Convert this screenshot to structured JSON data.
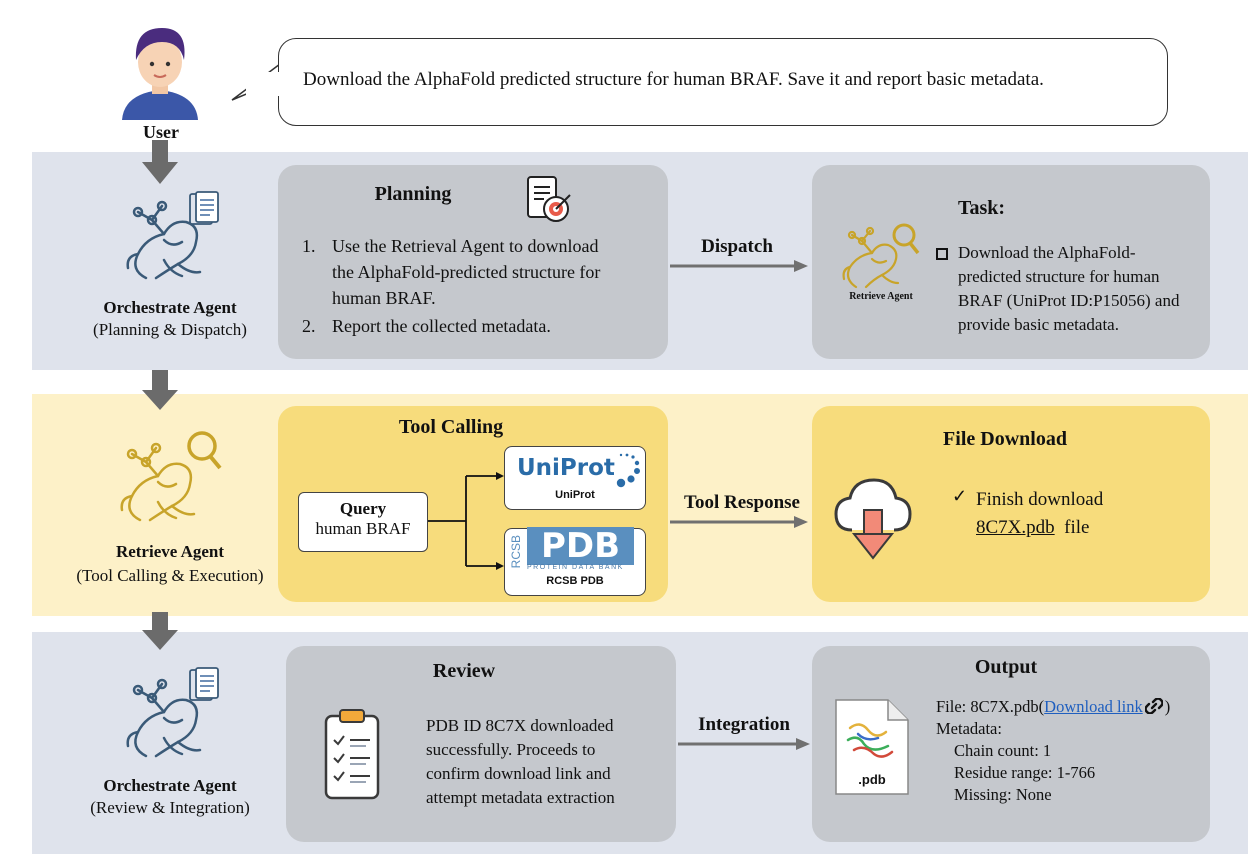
{
  "user": {
    "label": "User",
    "request": "Download the AlphaFold predicted structure for human BRAF. Save it and report basic metadata."
  },
  "stage1": {
    "agent_name": "Orchestrate Agent",
    "agent_role": "(Planning & Dispatch)",
    "planning_title": "Planning",
    "steps": [
      {
        "num": "1.",
        "text_lines": [
          "Use the Retrieval Agent to download",
          "the AlphaFold-predicted structure for",
          "human BRAF."
        ]
      },
      {
        "num": "2.",
        "text_lines": [
          "Report the collected metadata."
        ]
      }
    ],
    "flow_label": "Dispatch",
    "task_agent_caption": "Retrieve Agent",
    "task_title": "Task:",
    "task_lines": [
      "Download the AlphaFold-",
      "predicted structure for human",
      "BRAF (UniProt ID:P15056) and",
      "provide basic metadata."
    ]
  },
  "stage2": {
    "agent_name": "Retrieve Agent",
    "agent_role": "(Tool Calling & Execution)",
    "tool_title": "Tool Calling",
    "query_title": "Query",
    "query_text": "human BRAF",
    "uniprot_logo": "UniProt",
    "uniprot_caption": "UniProt",
    "rcsb_side": "RCSB",
    "pdb_logo": "PDB",
    "pdb_sub": "PROTEIN DATA BANK",
    "pdb_caption": "RCSB PDB",
    "flow_label": "Tool Response",
    "download_title": "File Download",
    "check": "✓",
    "download_line1": "Finish download",
    "download_file": "8C7X.pdb",
    "download_suffix": "file"
  },
  "stage3": {
    "agent_name": "Orchestrate Agent",
    "agent_role": "(Review & Integration)",
    "review_title": "Review",
    "review_lines": [
      "PDB ID 8C7X downloaded",
      "successfully. Proceeds to",
      "confirm download link and",
      "attempt metadata extraction"
    ],
    "flow_label": "Integration",
    "output_title": "Output",
    "file_prefix": "File: 8C7X.pdb(",
    "file_link": "Download link",
    "file_suffix": ")",
    "metadata_label": "Metadata:",
    "metadata_items": [
      "Chain count: 1",
      "Residue range: 1-766",
      "Missing: None"
    ],
    "pdb_badge": ".pdb"
  },
  "colors": {
    "gray_band": "#dfe3ec",
    "gold_band": "#fdf1c8",
    "gray_panel": "#c5c8cd",
    "gold_panel": "#f7dc7c",
    "frog_blue": "#3a5a78",
    "frog_gold": "#c8a42a",
    "arrow": "#707070"
  },
  "icons": [
    "user-avatar",
    "frog-agent-icon",
    "document-icon",
    "magnifier-icon",
    "planning-target-icon",
    "checklist-icon",
    "cloud-download-icon",
    "pdb-file-icon",
    "link-icon"
  ]
}
